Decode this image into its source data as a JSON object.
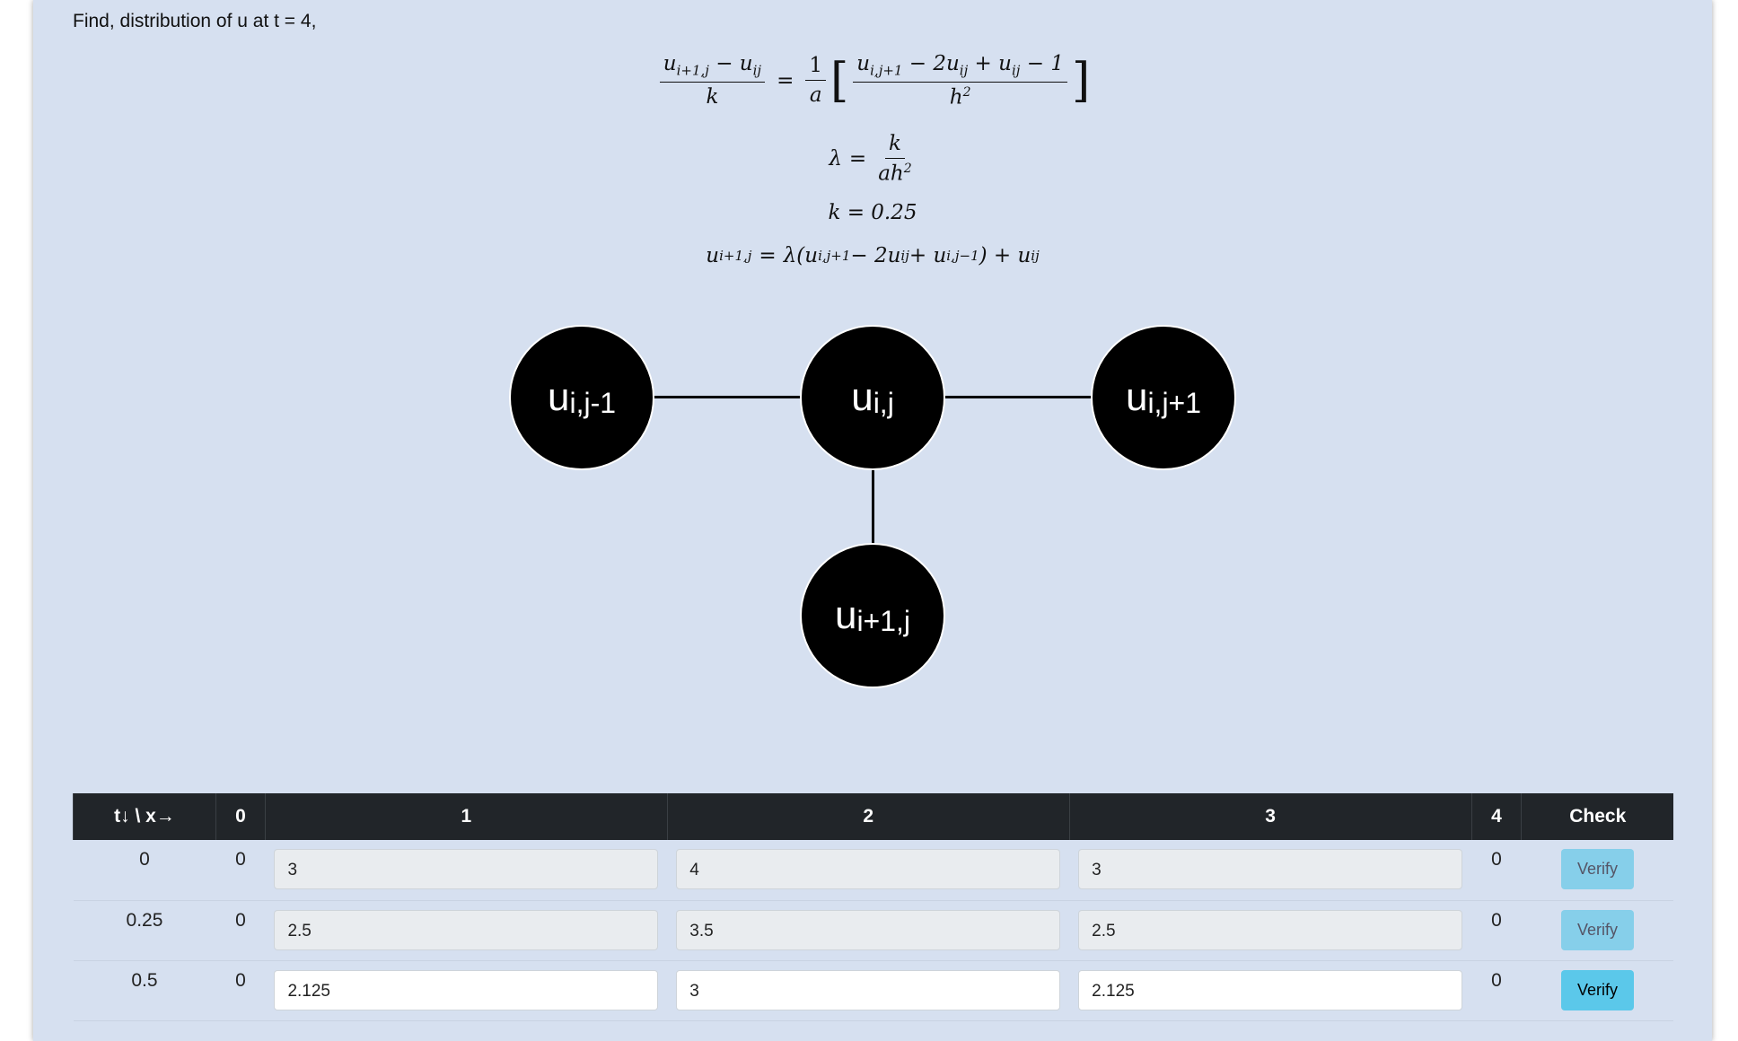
{
  "title": "Find, distribution of u at t = 4,",
  "eq": {
    "k_value": "k = 0.25"
  },
  "nodes": {
    "left": "u",
    "left_sub": "i,j-1",
    "center": "u",
    "center_sub": "i,j",
    "right": "u",
    "right_sub": "i,j+1",
    "bottom": "u",
    "bottom_sub": "i+1,j"
  },
  "table": {
    "headers": [
      "t↓ \\ x→",
      "0",
      "1",
      "2",
      "3",
      "4",
      "Check"
    ],
    "rows": [
      {
        "t": "0",
        "x0": "0",
        "x1": "3",
        "x2": "4",
        "x3": "3",
        "x4": "0",
        "verify": "Verify",
        "editable": false
      },
      {
        "t": "0.25",
        "x0": "0",
        "x1": "2.5",
        "x2": "3.5",
        "x3": "2.5",
        "x4": "0",
        "verify": "Verify",
        "editable": false
      },
      {
        "t": "0.5",
        "x0": "0",
        "x1": "2.125",
        "x2": "3",
        "x3": "2.125",
        "x4": "0",
        "verify": "Verify",
        "editable": true
      }
    ]
  },
  "colors": {
    "panel": "#d6e0f0",
    "header": "#212529",
    "verify_active": "#5bc8ea",
    "verify_disabled": "#86cfea"
  }
}
